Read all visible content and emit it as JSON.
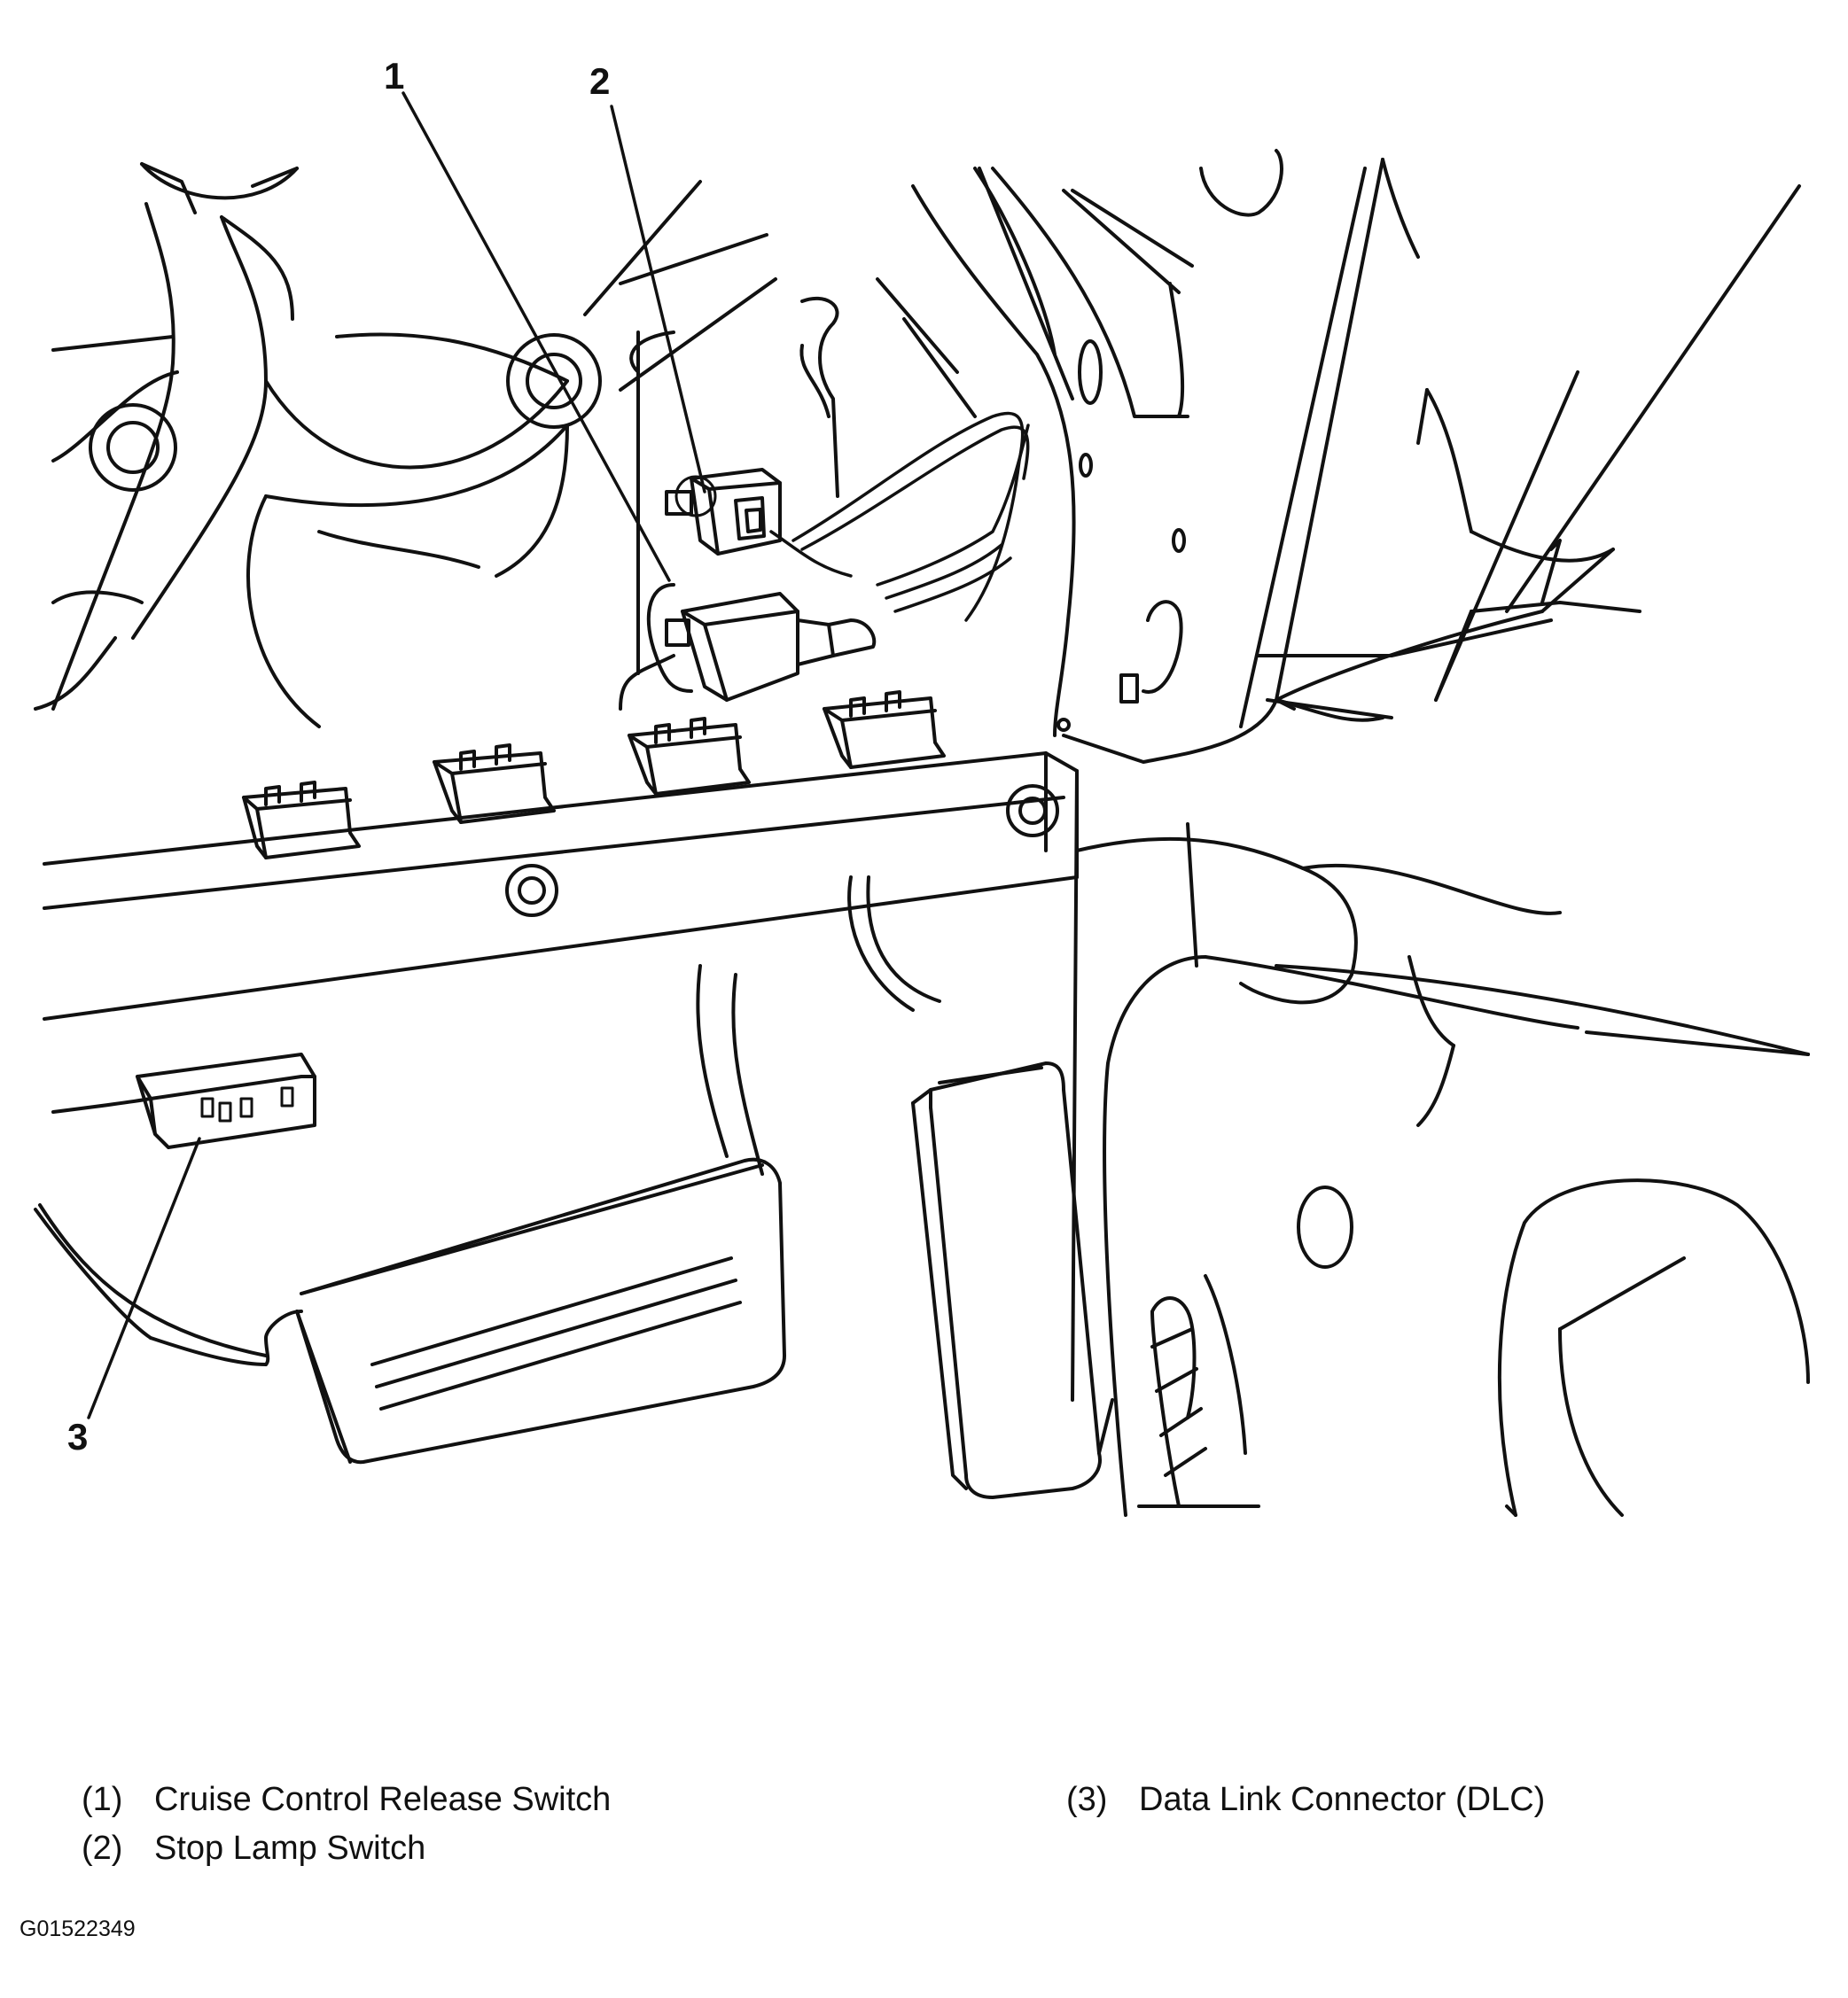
{
  "callouts": [
    {
      "id": "1",
      "label": "1"
    },
    {
      "id": "2",
      "label": "2"
    },
    {
      "id": "3",
      "label": "3"
    }
  ],
  "legend": [
    {
      "num": "(1)",
      "text": "Cruise Control Release Switch"
    },
    {
      "num": "(2)",
      "text": "Stop Lamp Switch"
    },
    {
      "num": "(3)",
      "text": "Data Link Connector (DLC)"
    }
  ],
  "figure_id": "G01522349",
  "colors": {
    "ink": "#111111",
    "paper": "#ffffff"
  }
}
